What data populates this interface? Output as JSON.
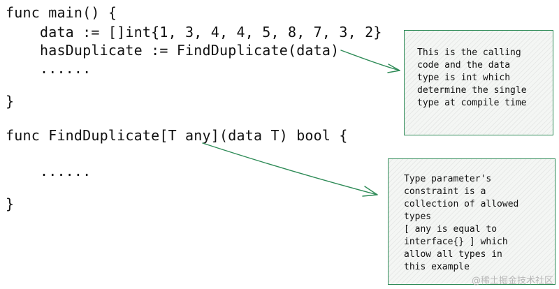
{
  "code": {
    "lines": [
      "func main() {",
      "    data := []int{1, 3, 4, 4, 5, 8, 7, 3, 2}",
      "    hasDuplicate := FindDuplicate(data)",
      "    ......",
      "}",
      "func FindDuplicate[T any](data T) bool {",
      "    ......",
      "}"
    ]
  },
  "notes": {
    "calling_code": "This is the calling\ncode and the data\ntype is int which\ndetermine the single\ntype at compile time",
    "type_parameter": "Type parameter's\nconstraint is a\ncollection of allowed\ntypes\n[ any is equal to\ninterface{} ] which\nallow all types in\nthis example"
  },
  "colors": {
    "accent": "#2e8b57",
    "note_background": "#f4f6f4"
  },
  "watermark": "@稀土掘金技术社区"
}
